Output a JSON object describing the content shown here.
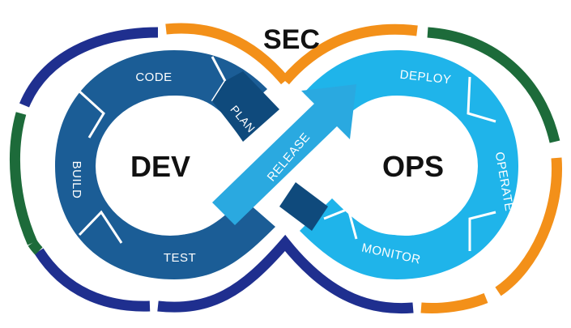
{
  "diagram": {
    "title": "SEC",
    "left_loop_label": "DEV",
    "right_loop_label": "OPS",
    "stages": {
      "code": "CODE",
      "plan": "PLAN",
      "build": "BUILD",
      "test": "TEST",
      "release": "RELEASE",
      "deploy": "DEPLOY",
      "operate": "OPERATE",
      "monitor": "MONITOR"
    }
  },
  "colors": {
    "dev_blue": "#1b5d96",
    "dev_blue_dark": "#0f4a7c",
    "ops_blue": "#1fb4ea",
    "ops_blue_light": "#49c6f0",
    "release_blue": "#2aa9e0",
    "ring_navy": "#1f2f8f",
    "ring_orange": "#f39019",
    "ring_green": "#1d6b3a",
    "text_dark": "#111111",
    "text_light": "#ffffff"
  }
}
